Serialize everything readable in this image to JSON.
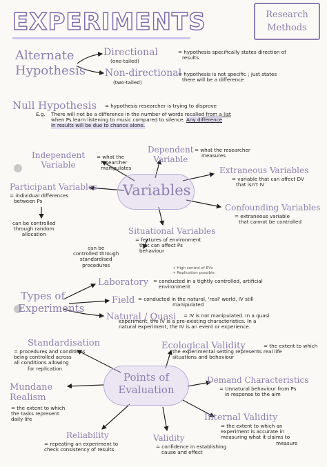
{
  "title": "EXPERIMENTS",
  "corner_box": {
    "line1": "Research",
    "line2": "Methods"
  },
  "hypothesis": {
    "alternate_line1": "Alternate",
    "alternate_line2": "Hypothesis",
    "directional": "Directional",
    "directional_sub": "(one-tailed)",
    "directional_def_1": "= hypothesis specifically states direction of",
    "directional_def_2": "results",
    "nondirectional": "Non-directional",
    "nondirectional_sub": "(two-tailed)",
    "nondirectional_def_1": "= hypothesis is not specific ; just states",
    "nondirectional_def_2": "there will be a difference",
    "null": "Null Hypothesis",
    "null_def": "= hypothesis researcher is trying to disprove",
    "eg_label": "E.g.",
    "eg_line1_a": "There will not be a difference in the number of words recalled",
    "eg_line1_b": "from a list",
    "eg_line2_a": "when Ps learn listening to music compared to silence.",
    "eg_line2_b": "Any difference",
    "eg_line3": "in results will be due to chance alone."
  },
  "variables": {
    "center": "Variables",
    "iv_line1": "Independent",
    "iv_line2": "Variable",
    "iv_def": [
      "= what the",
      "researcher",
      "manipulates"
    ],
    "dv_line1": "Dependent",
    "dv_line2": "Variable",
    "dv_def": [
      "= what the researcher",
      "measures"
    ],
    "ext": "Extraneous Variables",
    "ext_def": [
      "= variable that can affect DV",
      "that isn't IV"
    ],
    "participant": "Participant Variables",
    "participant_def": [
      "= individual differences",
      "between Ps"
    ],
    "participant_ctrl": [
      "can be controlled",
      "through random",
      "allocation"
    ],
    "confounding": "Confounding Variables",
    "confounding_def": [
      "= extraneous variable",
      "that cannot be controlled"
    ],
    "situational": "Situational Variables",
    "situational_def": [
      "= features of environment",
      "that can affect Ps",
      "behaviour"
    ],
    "situational_ctrl": [
      "can be",
      "controlled through",
      "standardised",
      "procedures"
    ]
  },
  "types": {
    "label_line1": "Types of",
    "label_line2": "Experiments",
    "note1": "+ High control of EVs",
    "note2": "+ Replication possible",
    "lab": "Laboratory",
    "lab_def": [
      "= conducted in a tightly controlled, artificial",
      "environment"
    ],
    "field": "Field",
    "field_def": [
      "= conducted in the natural, 'real' world, IV still",
      "manipulated"
    ],
    "natural": "Natural / Quasi",
    "natural_def": [
      "= IV is not manipulated. In a quasi",
      "experiment, the IV is a pre-existing characteristics. In a",
      "natural experiment, the IV is an event or experience."
    ]
  },
  "evaluation": {
    "center_line1": "Points of",
    "center_line2": "Evaluation",
    "standardisation": "Standardisation",
    "standardisation_def": [
      "= procedures and conditions",
      "being controlled across",
      "all conditions allowing",
      "for replication"
    ],
    "ecological": "Ecological Validity",
    "ecological_def": [
      "= the extent to which",
      "the experimental setting represents real life",
      "situations and behaviour"
    ],
    "mundane_line1": "Mundane",
    "mundane_line2": "Realism",
    "mundane_def": [
      "= the extent to which",
      "the tasks represent",
      "daily life"
    ],
    "demand": "Demand Characteristics",
    "demand_def": [
      "= Unnatural behaviour from Ps",
      "in response to the aim"
    ],
    "internal": "Internal Validity",
    "internal_def": [
      "= the extent to which an",
      "experiment is accurate in",
      "measuring what it claims to",
      "measure"
    ],
    "reliability": "Reliability",
    "reliability_def": [
      "= repeating an experiment to",
      "check consistency of results"
    ],
    "validity": "Validity",
    "validity_def": [
      "= confidence in establishing",
      "cause and effect"
    ]
  },
  "colors": {
    "accent": "#8c7fb0",
    "highlight": "#cec4eb",
    "ink": "#222222"
  }
}
